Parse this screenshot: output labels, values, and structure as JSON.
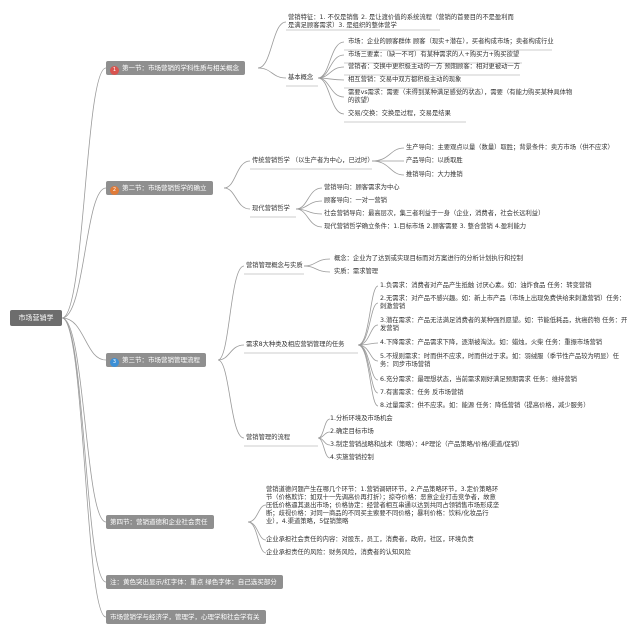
{
  "root": "市场营销学",
  "colors": {
    "s1": "#d9534f",
    "s2": "#e07b39",
    "s3": "#3b8fd6"
  },
  "badges": {
    "s1": "1",
    "s2": "2",
    "s3": "3"
  },
  "s1": {
    "title": "第一节：市场营销的学科性质与相关概念",
    "feature": "营销特征：1. 不仅是销售 2. 是让渡价值的系统流程（营销的首要目的不是盈利而是满足顾客需求）3. 是组织的整体营学",
    "basic": "基本概念",
    "items": [
      "市场：企业的顾客群体 顾客（现实+潜在），买者构成市场；卖者构成行业",
      "市场三要素：（缺一不可）有某种需求的人+购买力+购买欲望",
      "营销者：交换中更积极主动的一方 预期顾客：相对更被动一方",
      "相互营销：交易中双方都积极主动的现象",
      "需要vs需求：需要（未得到某种满足感觉的状态），需要（有能力购买某种具体物的欲望）",
      "交易/交换：交换是过程，交易是结果"
    ]
  },
  "s2": {
    "title": "第二节：市场营销哲学的确立",
    "trad": "传统营销哲学 （以生产者为中心，已过时）",
    "trad_items": [
      "生产导向：主要观点以量（数量）取胜；背景条件：卖方市场（供不应求）",
      "产品导向：以质取胜",
      "推销导向：大力推销"
    ],
    "modern": "现代营销哲学",
    "modern_items": [
      "营销导向：顾客需求为中心",
      "顾客导向：一对一营销",
      "社会营销导向：最高层次，集三者利益于一身（企业，消费者，社会长远利益）",
      "现代营销哲学确立条件：1.目标市场 2.顾客需要 3. 整合营销 4.盈利能力"
    ]
  },
  "s3": {
    "title": "第三节：市场营销管理流程",
    "concept": "营销管理概念与实质",
    "concept_items": [
      "概念：企业为了达到或实现目标而对方案进行的分析计划执行和控制",
      "实质：需求管理"
    ],
    "demand": "需求8大种类及相应营销管理的任务",
    "demand_items": [
      "1.负需求：消费者对产品产生抵触 讨厌心素。如：油炸食品 任务：转变营销",
      "2.无需求：对产品不感兴趣。如：新上市产品（市场上出现免费供给来刺激营销）任务：刺激营销",
      "3.潜在需求：产品无法满足消费者的某种强烈愿望。如：节能低耗品，抗癌药物 任务：开发营销",
      "4.下降需求：产品需求下降，逐渐被淘汰。如：蜡烛，火柴 任务：重振市场营销",
      "5.不规则需求：时而供不应求，时而供过于求。如：羽绒服（季节性产品较为明显）任务：同步市场营销",
      "6.充分需求：最理想状态，当前需求刚好满足预期需求 任务：维持营销",
      "7.有害需求：任务 反市场营销",
      "8.过量需求：供不应求。如：能源 任务：降低营销（提高价格，减少服务）"
    ],
    "flow": "营销管理的流程",
    "flow_items": [
      "1.分析环境及市场机会",
      "2.确定目标市场",
      "3.制定营销战略和战术（策略）：4P理论（产品策略/价格/渠道/促销）",
      "4.实施营销控制"
    ]
  },
  "s4": {
    "title": "第四节：营销道德和企业社会责任",
    "items": [
      "营销道德问题产生在哪几个环节：1.营销调研环节，2.产品策略环节，3.定价策略环节（价格欺诈：如双十一先调高价再打折）；掠夺价格：恶意企业打击竞争者，故意压低价格逼其退出市场；价格协定：经营者相互串通以达到共同占领销售市场形成垄断；歧视价格：对同一商品的不同买主索要不同价格；暴利价格：饮料/化妆品行业），4.渠道策略，5促销策略",
      "企业承担社会责任的内容：对股东，员工，消费者，政府，社区，环境负责",
      "企业承担责任的风险：财务风险，消费者的认知风险"
    ]
  },
  "note": "注：黄色突出显示/红字体：重点 绿色字体：自己选买部分",
  "last": "市场营销学与经济学，管理学，心理学和社会学有关"
}
